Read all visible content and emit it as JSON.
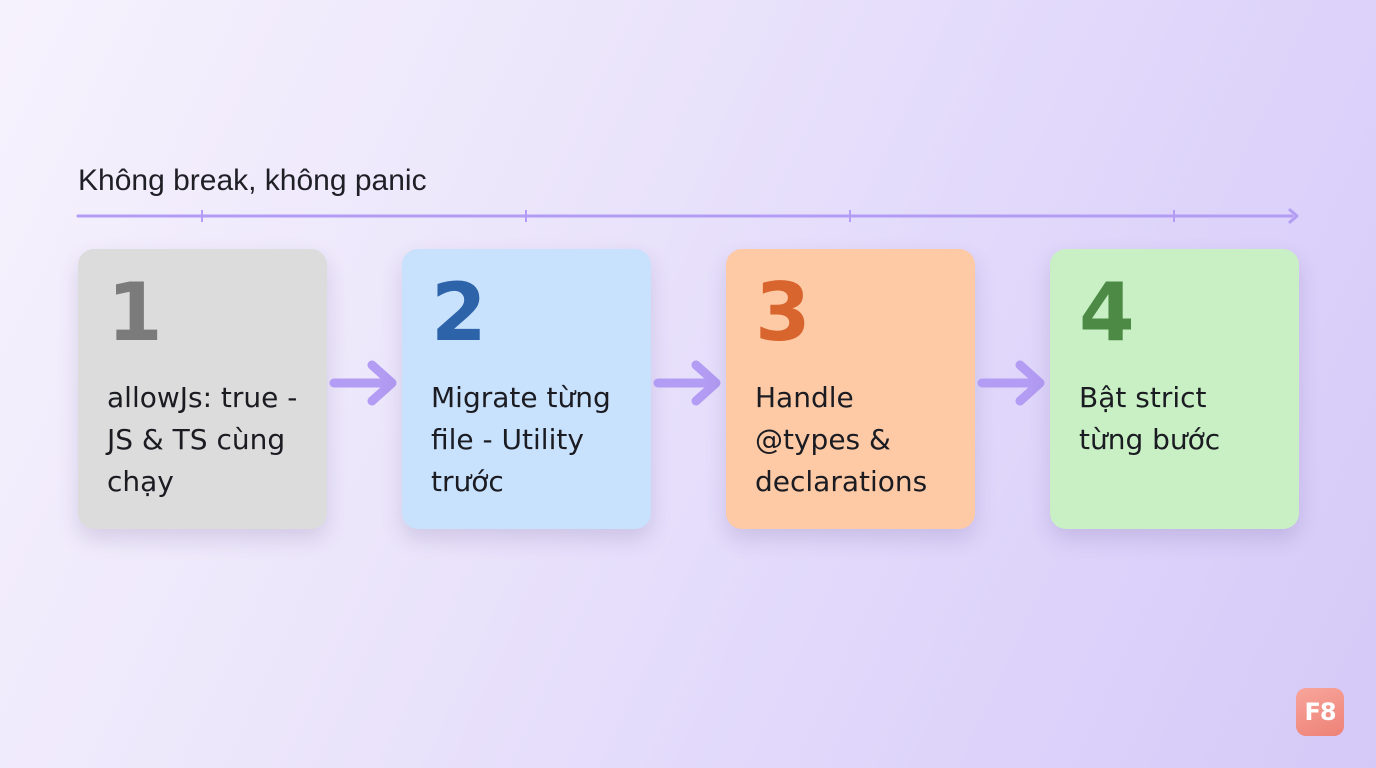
{
  "subtitle": "Không break, không panic",
  "steps": [
    {
      "number": "1",
      "lines": [
        "allowJs: true -",
        "JS & TS cùng",
        "chạy"
      ],
      "bg": "#dcdcdc",
      "num_color": "#7b7b7b"
    },
    {
      "number": "2",
      "lines": [
        "Migrate từng",
        "file - Utility",
        "trước"
      ],
      "bg": "#c8e1fc",
      "num_color": "#2d63a9"
    },
    {
      "number": "3",
      "lines": [
        "Handle",
        "@types &",
        "declarations"
      ],
      "bg": "#fdcaa5",
      "num_color": "#d8642e"
    },
    {
      "number": "4",
      "lines": [
        "Bật strict",
        "từng bước"
      ],
      "bg": "#c8f0c4",
      "num_color": "#4c8a45"
    }
  ],
  "colors": {
    "accent": "#b39cf3"
  },
  "logo": {
    "text": "F8"
  }
}
